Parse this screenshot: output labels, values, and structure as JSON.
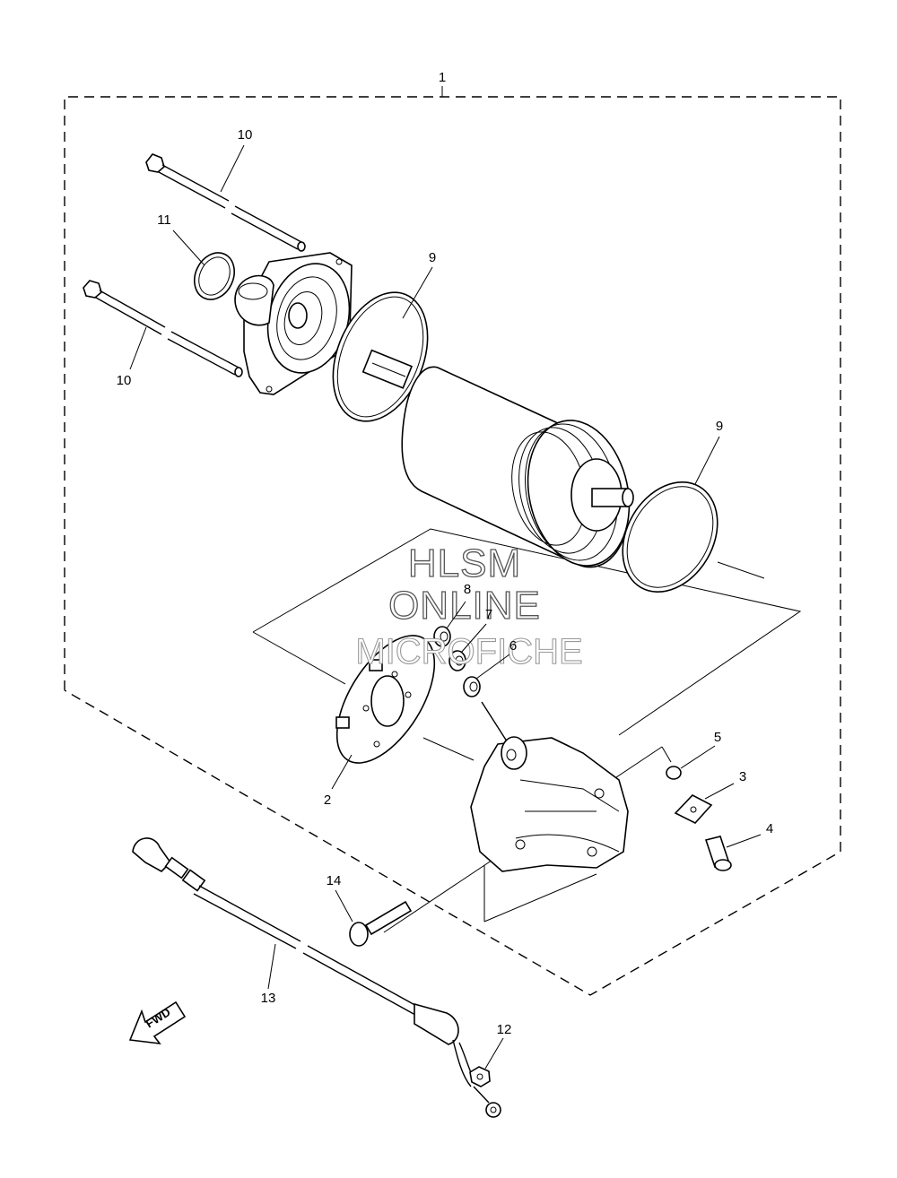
{
  "watermark": {
    "line1": "HLSM",
    "line2": "ONLINE",
    "line3": "MICROFICHE"
  },
  "direction_arrow": {
    "label": "FWD",
    "icon": "forward-arrow-icon"
  },
  "callouts": {
    "c1": "1",
    "c2": "2",
    "c3": "3",
    "c4": "4",
    "c5": "5",
    "c6": "6",
    "c7": "7",
    "c8": "8",
    "c9a": "9",
    "c9b": "9",
    "c10a": "10",
    "c10b": "10",
    "c11": "11",
    "c12": "12",
    "c13": "13",
    "c14": "14"
  }
}
